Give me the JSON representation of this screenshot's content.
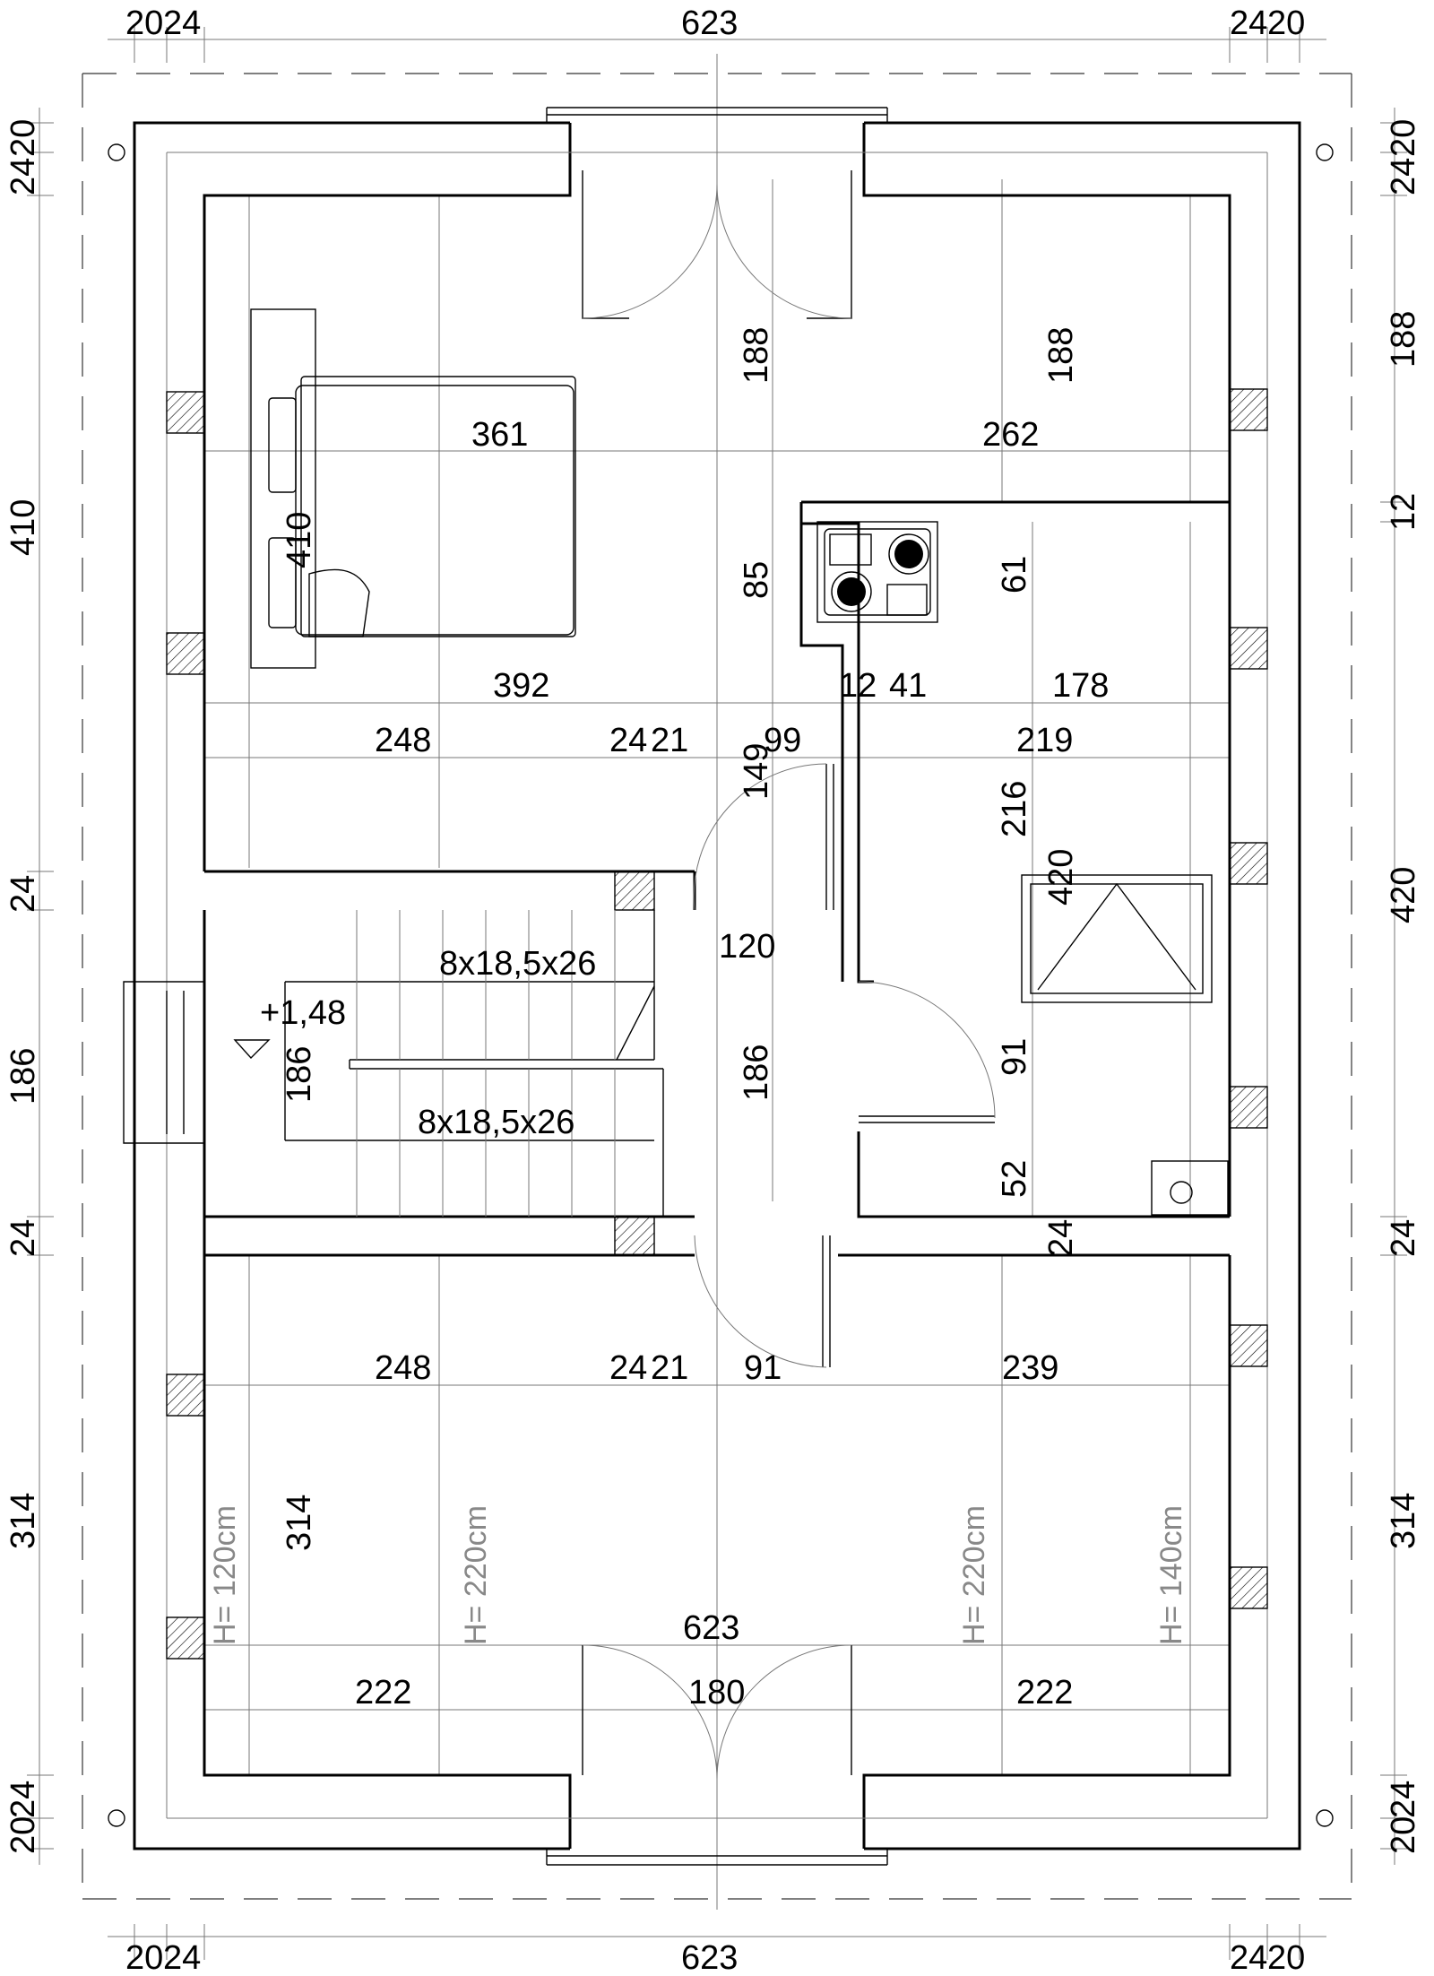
{
  "labels": {
    "top_left_20": "20",
    "top_left_24": "24",
    "top_623": "623",
    "top_right_24": "24",
    "top_right_20": "20",
    "bot_left_20": "20",
    "bot_left_24": "24",
    "bot_623": "623",
    "bot_right_24": "24",
    "bot_right_20": "20",
    "left_20_top": "20",
    "left_24_top": "24",
    "left_410": "410",
    "left_24_mid": "24",
    "left_186": "186",
    "left_24_low": "24",
    "left_314": "314",
    "left_24_bot": "24",
    "left_20_bot": "20",
    "right_20_top": "20",
    "right_24_top": "24",
    "right_188": "188",
    "right_12": "12",
    "right_420": "420",
    "right_24_low": "24",
    "right_314": "314",
    "right_24_bot": "24",
    "right_20_bot": "20",
    "in_188_a": "188",
    "in_188_b": "188",
    "in_361": "361",
    "in_262": "262",
    "in_410": "410",
    "in_85": "85",
    "in_61": "61",
    "in_392": "392",
    "in_12": "12",
    "in_41": "41",
    "in_178": "178",
    "in_248_a": "248",
    "in_24_a": "24",
    "in_21_a": "21",
    "in_99": "99",
    "in_219": "219",
    "in_149": "149",
    "in_216": "216",
    "in_420": "420",
    "in_120": "120",
    "in_stair_1": "8x18,5x26",
    "in_level": "+1,48",
    "in_186_stair": "186",
    "in_186_hall": "186",
    "in_stair_2": "8x18,5x26",
    "in_91_bath": "91",
    "in_52": "52",
    "in_24_b": "24",
    "in_248_b": "248",
    "in_24_c": "24",
    "in_21_b": "21",
    "in_91_door": "91",
    "in_239": "239",
    "in_314": "314",
    "in_623": "623",
    "in_222_a": "222",
    "in_180": "180",
    "in_222_b": "222"
  },
  "heights": {
    "h120": "H= 120cm",
    "h220a": "H= 220cm",
    "h220b": "H= 220cm",
    "h140": "H= 140cm"
  }
}
